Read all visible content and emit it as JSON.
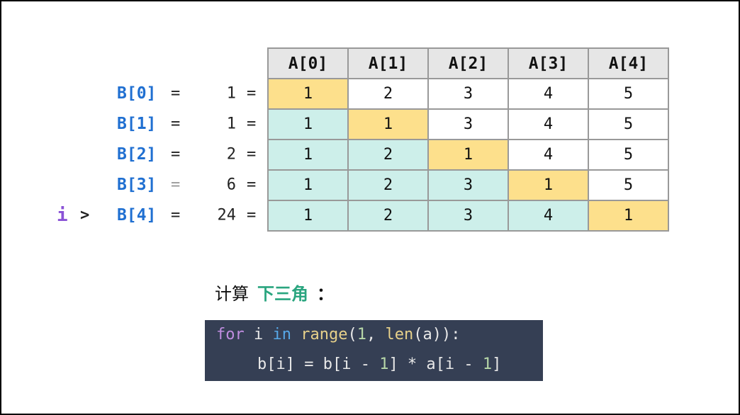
{
  "table": {
    "headers": [
      "A[0]",
      "A[1]",
      "A[2]",
      "A[3]",
      "A[4]"
    ],
    "rows": [
      {
        "label": "B[0]",
        "eq_left": "=",
        "value": "1",
        "eq_right": "=",
        "cells": [
          "1",
          "2",
          "3",
          "4",
          "5"
        ],
        "states": [
          "y",
          "w",
          "w",
          "w",
          "w"
        ],
        "pointer": "",
        "pointer_gt": "",
        "eq_dim": false
      },
      {
        "label": "B[1]",
        "eq_left": "=",
        "value": "1",
        "eq_right": "=",
        "cells": [
          "1",
          "1",
          "3",
          "4",
          "5"
        ],
        "states": [
          "t",
          "y",
          "w",
          "w",
          "w"
        ],
        "pointer": "",
        "pointer_gt": "",
        "eq_dim": false
      },
      {
        "label": "B[2]",
        "eq_left": "=",
        "value": "2",
        "eq_right": "=",
        "cells": [
          "1",
          "2",
          "1",
          "4",
          "5"
        ],
        "states": [
          "t",
          "t",
          "y",
          "w",
          "w"
        ],
        "pointer": "",
        "pointer_gt": "",
        "eq_dim": false
      },
      {
        "label": "B[3]",
        "eq_left": "=",
        "value": "6",
        "eq_right": "=",
        "cells": [
          "1",
          "2",
          "3",
          "1",
          "5"
        ],
        "states": [
          "t",
          "t",
          "t",
          "y",
          "w"
        ],
        "pointer": "",
        "pointer_gt": "",
        "eq_dim": true
      },
      {
        "label": "B[4]",
        "eq_left": "=",
        "value": "24",
        "eq_right": "=",
        "cells": [
          "1",
          "2",
          "3",
          "4",
          "1"
        ],
        "states": [
          "t",
          "t",
          "t",
          "t",
          "y"
        ],
        "pointer": "i",
        "pointer_gt": ">",
        "eq_dim": false
      }
    ]
  },
  "caption": {
    "prefix": "计算",
    "highlight": "下三角",
    "colon": "："
  },
  "code": {
    "line1": [
      {
        "t": "for",
        "c": "kw"
      },
      {
        "t": " i ",
        "c": ""
      },
      {
        "t": "in",
        "c": "kw2"
      },
      {
        "t": " ",
        "c": ""
      },
      {
        "t": "range",
        "c": "fn"
      },
      {
        "t": "(",
        "c": ""
      },
      {
        "t": "1",
        "c": "num"
      },
      {
        "t": ", ",
        "c": ""
      },
      {
        "t": "len",
        "c": "fn"
      },
      {
        "t": "(a)):",
        "c": ""
      }
    ],
    "line2": [
      {
        "t": "b[i] = b[i - ",
        "c": ""
      },
      {
        "t": "1",
        "c": "num"
      },
      {
        "t": "] * a[i - ",
        "c": ""
      },
      {
        "t": "1",
        "c": "num"
      },
      {
        "t": "]",
        "c": ""
      }
    ]
  },
  "colors": {
    "yellow": "#fde08c",
    "teal": "#cdefea",
    "blue_label": "#1f6fd1",
    "pointer": "#8a52d6",
    "highlight": "#2aa57f",
    "code_bg": "#353f54"
  }
}
